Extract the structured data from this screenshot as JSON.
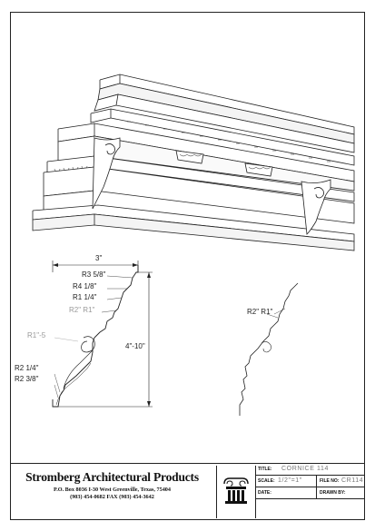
{
  "drawing": {
    "profile_labels": {
      "width": "3\"",
      "r3": "R3 5/8\"",
      "r4": "R4 1/8\"",
      "r1a": "R1 1/4\"",
      "r2_r1": "R2\" R1\"",
      "r1_5": "R1\"-5",
      "r2a": "R2 1/4\"",
      "r2b": "R2 3/8\"",
      "height": "4\"-10\""
    },
    "small_profile_labels": {
      "r2_r1": "R2\" R1\""
    }
  },
  "title_block": {
    "company_name": "Stromberg Architectural Products",
    "address_line": "P.O. Box 8036     I-30 West     Greenville, Texas, 75404",
    "phone_line": "(903) 454-0682     FAX (903) 454-3642",
    "title_label": "TITLE:",
    "title_value": "CORNICE 114",
    "scale_label": "SCALE:",
    "scale_value": "1/2\"=1\"",
    "file_label": "FILE NO:",
    "file_value": "CR114",
    "date_label": "DATE:",
    "drawn_label": "DRAWN BY:"
  }
}
